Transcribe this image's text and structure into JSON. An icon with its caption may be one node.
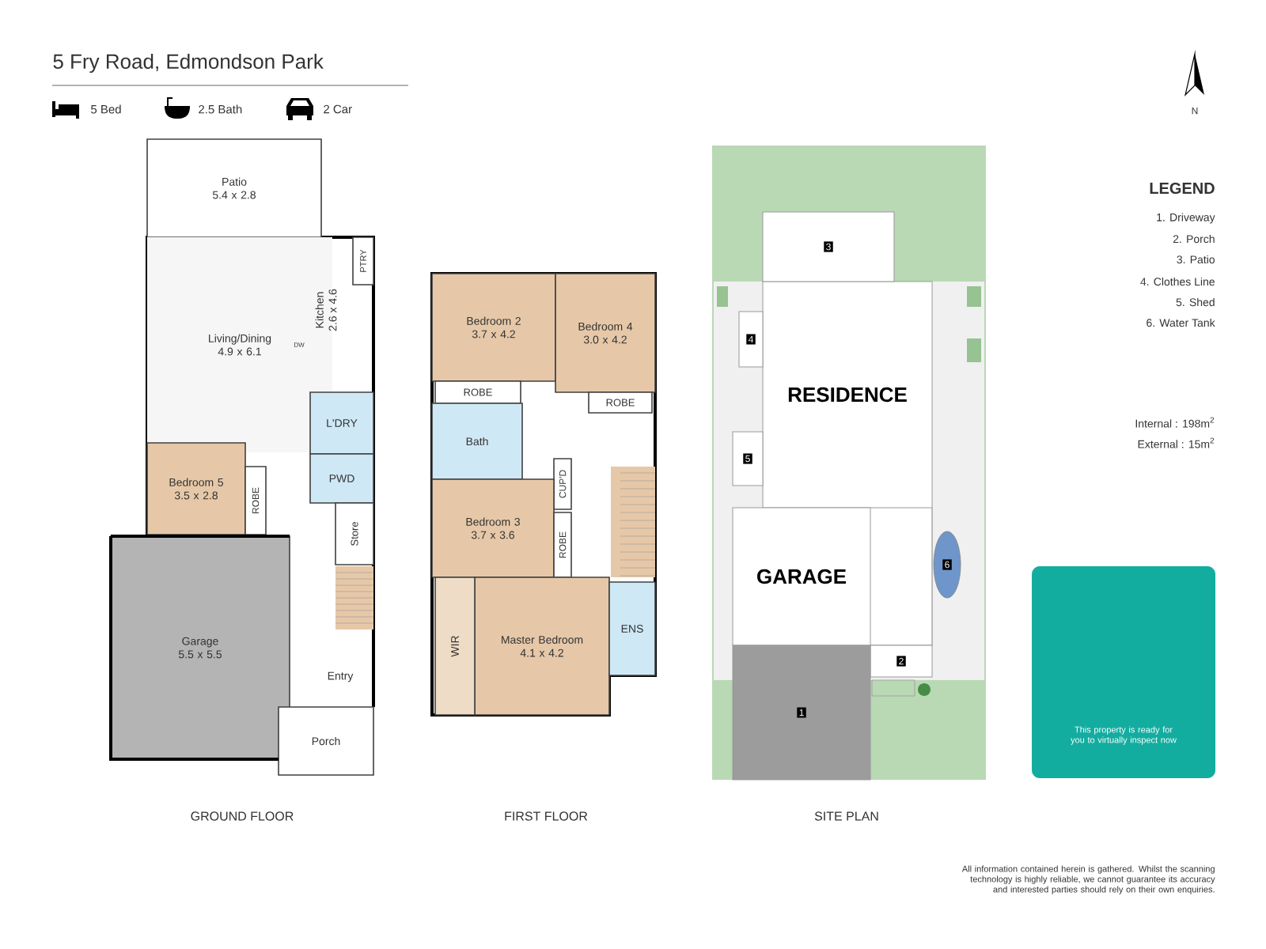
{
  "diagram": {
    "title": "5 Fry Road, Edmondson Park",
    "nodes": [
      {
        "text": [
          "Patio",
          "5.4 x 2.8"
        ]
      },
      {
        "text": [
          "Living/Dining",
          "4.9 x 6.1"
        ]
      },
      {
        "text": [
          "Kitchen",
          "2.6 x 4.6"
        ]
      },
      {
        "text": [
          "PTRY"
        ]
      },
      {
        "text": [
          "L'DRY"
        ]
      },
      {
        "text": [
          "PWD"
        ]
      },
      {
        "text": [
          "Bedroom 5",
          "3.5 x 2.8"
        ]
      },
      {
        "text": [
          "ROBE"
        ]
      },
      {
        "text": [
          "Store"
        ]
      },
      {
        "text": [
          "Garage",
          "5.5 x 5.5"
        ]
      },
      {
        "text": [
          "Entry"
        ]
      },
      {
        "text": [
          "Porch"
        ]
      },
      {
        "text": [
          "Bedroom 2",
          "3.7 x 4.2"
        ]
      },
      {
        "text": [
          "Bedroom 4",
          "3.0 x 4.2"
        ]
      },
      {
        "text": [
          "ROBE"
        ]
      },
      {
        "text": [
          "ROBE"
        ]
      },
      {
        "text": [
          "Bath"
        ]
      },
      {
        "text": [
          "CUP'D"
        ]
      },
      {
        "text": [
          "Bedroom 3",
          "3.7 x 3.6"
        ]
      },
      {
        "text": [
          "ROBE"
        ]
      },
      {
        "text": [
          "Master Bedroom",
          "4.1 x 4.2"
        ]
      },
      {
        "text": [
          "WIR"
        ]
      },
      {
        "text": [
          "ENS"
        ]
      },
      {
        "text": [
          "RESIDENCE"
        ]
      },
      {
        "text": [
          "3"
        ]
      },
      {
        "text": [
          "4"
        ]
      },
      {
        "text": [
          "5"
        ]
      },
      {
        "text": [
          "GARAGE"
        ]
      },
      {
        "text": [
          "2"
        ]
      },
      {
        "text": [
          "1"
        ]
      },
      {
        "text": [
          "6"
        ]
      }
    ],
    "labels": [
      "5 Bed",
      "2.5 Bath",
      "2 Car",
      "N",
      "DW",
      "GROUND FLOOR",
      "FIRST FLOOR",
      "SITE PLAN",
      "LEGEND",
      "1. Driveway",
      "2. Porch",
      "3. Patio",
      "4. Clothes Line",
      "5. Shed",
      "6. Water Tank",
      "Internal : 198m$^{2}$",
      "External : 15m$^{2}$",
      "This property is ready for you to virtually inspect now",
      "All information contained herein is gathered. Whilst the scanning technology is highly reliable, we cannot guarantee its accuracy and interested parties should rely on their own enquiries."
    ]
  }
}
